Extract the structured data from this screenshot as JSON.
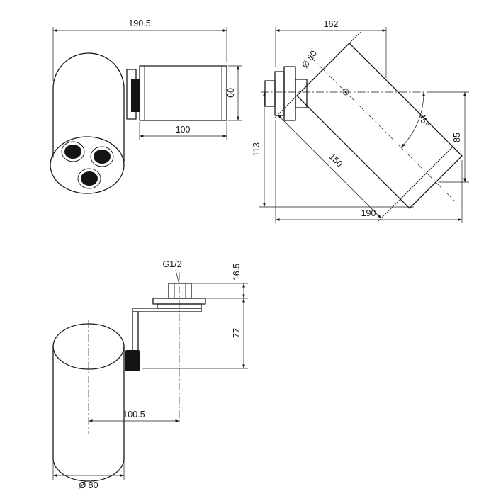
{
  "drawing": {
    "ink": "#1a1a1a",
    "background": "#ffffff"
  },
  "views": {
    "side": {
      "dims": {
        "overall_width": "190.5",
        "head_diameter": "60",
        "head_length": "100"
      }
    },
    "tilted": {
      "dims": {
        "wall_to_face": "162",
        "head_diameter": "Ø 80",
        "drop_height": "113",
        "tilt_angle": "45°",
        "face_center_height": "85",
        "body_length": "150",
        "reach": "190"
      }
    },
    "front": {
      "dims": {
        "thread": "G1/2",
        "thread_height": "16.5",
        "bracket_drop": "77",
        "center_offset": "100.5",
        "body_diameter": "Ø 80"
      }
    }
  }
}
